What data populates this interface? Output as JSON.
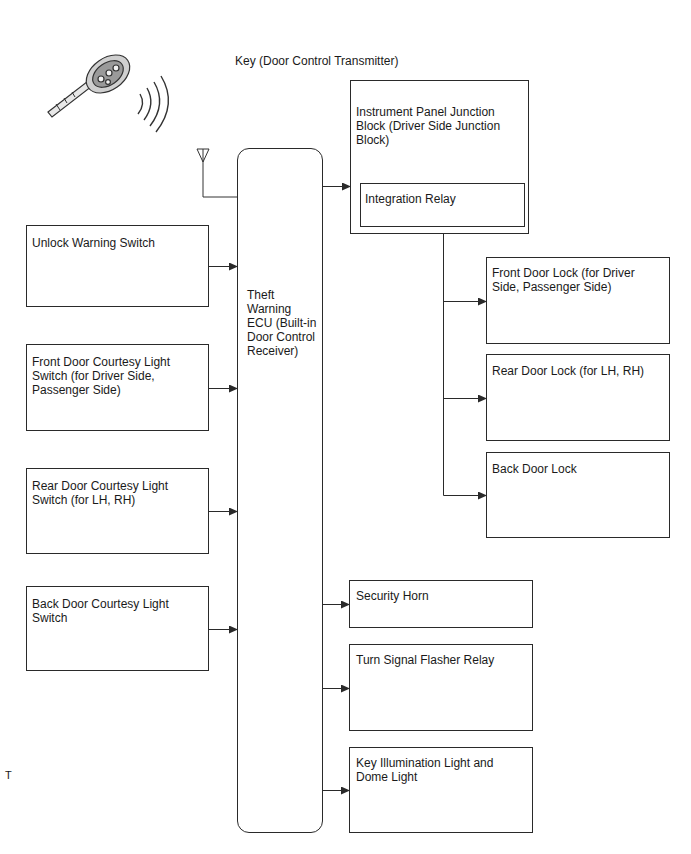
{
  "diagram": {
    "nodes": [
      {
        "text": [
          "Instrument Panel Junction Block (Driver Side Junction Block)"
        ]
      },
      {
        "text": [
          "Integration Relay"
        ],
        "in": 0
      },
      {
        "text": [
          "Unlock Warning Switch"
        ]
      },
      {
        "text": [
          "Theft Warning ECU (Built-in Door Control Receiver)"
        ]
      },
      {
        "text": [
          "Front Door Courtesy Light Switch (for Driver Side, Passenger Side)"
        ]
      },
      {
        "text": [
          "Rear Door Courtesy Light Switch (for LH, RH)"
        ]
      },
      {
        "text": [
          "Back Door Courtesy Light Switch"
        ]
      },
      {
        "text": [
          "Front Door Lock (for Driver Side, Passenger Side)"
        ]
      },
      {
        "text": [
          "Rear Door Lock (for LH, RH)"
        ]
      },
      {
        "text": [
          "Back Door Lock"
        ]
      },
      {
        "text": [
          "Security Horn"
        ]
      },
      {
        "text": [
          "Turn Signal Flasher Relay"
        ]
      },
      {
        "text": [
          "Key Illumination Light and Dome Light"
        ]
      }
    ],
    "edges": [
      {
        "from": 2,
        "to": 3,
        "arrow": "to"
      },
      {
        "from": 4,
        "to": 3,
        "arrow": "to"
      },
      {
        "from": 5,
        "to": 3,
        "arrow": "to"
      },
      {
        "from": 6,
        "to": 3,
        "arrow": "to"
      },
      {
        "from": 3,
        "to": 0,
        "arrow": "to"
      },
      {
        "from": 1,
        "to": 7,
        "arrow": "to"
      },
      {
        "from": 1,
        "to": 8,
        "arrow": "to"
      },
      {
        "from": 1,
        "to": 9,
        "arrow": "to"
      },
      {
        "from": 3,
        "to": 10,
        "arrow": "to"
      },
      {
        "from": 3,
        "to": 11,
        "arrow": "to"
      },
      {
        "from": 3,
        "to": 12,
        "arrow": "to"
      }
    ],
    "labels": [
      "Key (Door Control Transmitter)",
      "T"
    ]
  }
}
